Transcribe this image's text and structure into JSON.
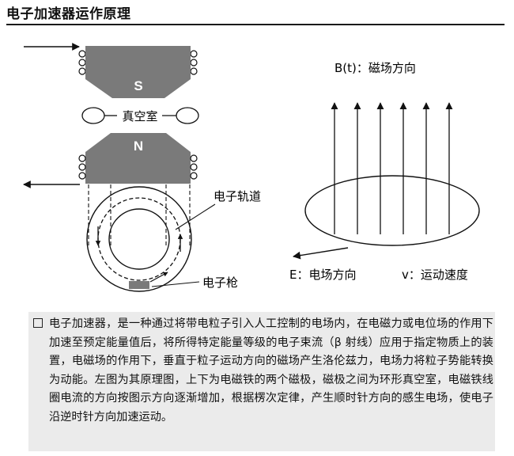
{
  "title": "电子加速器运作原理",
  "labels": {
    "south_pole": "S",
    "north_pole": "N",
    "vacuum_chamber": "真空室",
    "electron_orbit": "电子轨道",
    "electron_gun": "电子枪",
    "magnetic_field": "B(t)：磁场方向",
    "electric_field": "E：电场方向",
    "velocity": "v：运动速度"
  },
  "description": "电子加速器，是一种通过将带电粒子引入人工控制的电场内，在电磁力或电位场的作用下加速至预定能量值后，将所得特定能量等级的电子束流（β 射线）应用于指定物质上的装置，电磁场的作用下，垂直于粒子运动方向的磁场产生洛伦兹力，电场力将粒子势能转换为动能。左图为其原理图，上下为电磁铁的两个磁极，磁极之间为环形真空室，电磁铁线圈电流的方向按图示方向逐渐增加，根据楞次定律，产生顺时针方向的感生电场，使电子沿逆时针方向加速运动。",
  "colors": {
    "magnet": "#7a7a7a",
    "ink": "#111111",
    "note_background": "#ebebeb"
  }
}
